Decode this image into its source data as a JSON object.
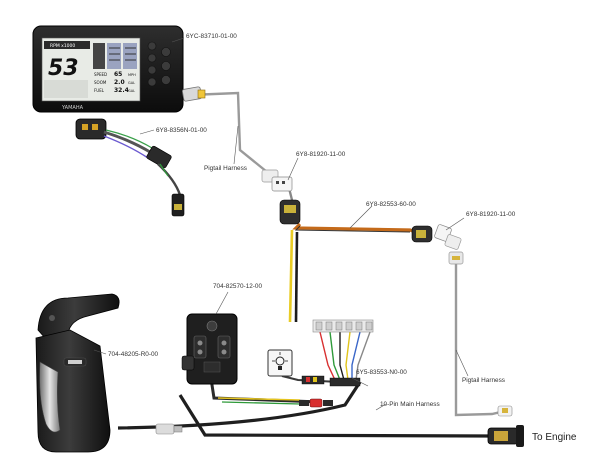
{
  "labels": {
    "display": "6YC-83710-01-00",
    "pigtail_display": "6Y8-8356N-01-00",
    "pigtail_harness_1": "Pigtail Harness",
    "connector_1": "6Y8-81920-11-00",
    "extension": "6Y8-82553-60-00",
    "connector_2": "6Y8-81920-11-00",
    "switch_panel": "704-82570-12-00",
    "control_box": "704-48205-R0-00",
    "hub": "6Y5-83553-N0-00",
    "pigtail_harness_2": "Pigtail Harness",
    "main_harness": "10-Pin Main Harness",
    "to_engine": "To Engine"
  },
  "display_screen": {
    "big_number": "53",
    "brand": "YAMAHA",
    "readouts": [
      {
        "name": "SPEED",
        "value": "65",
        "unit": "MPH"
      },
      {
        "name": "SOOM",
        "value": "2.0",
        "unit": "GAL"
      },
      {
        "name": "FUEL",
        "value": "32.4",
        "unit": "GAL"
      }
    ]
  }
}
